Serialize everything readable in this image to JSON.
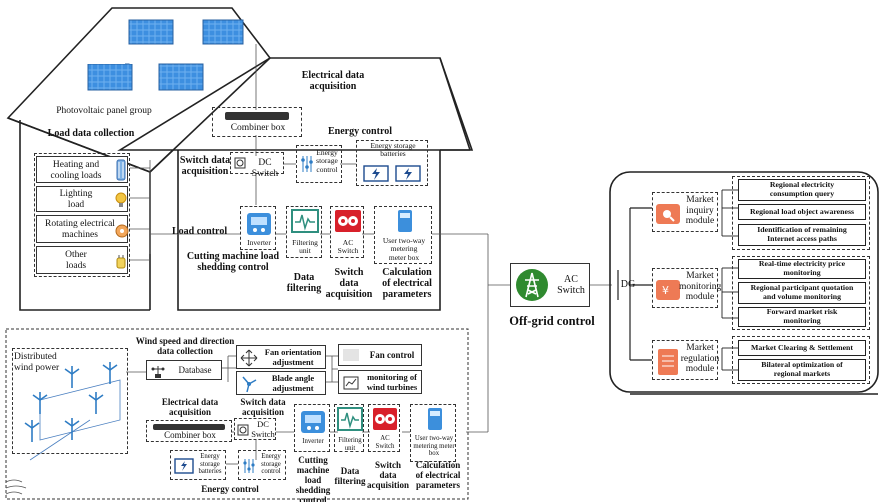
{
  "house": {
    "pv_label": "Photovoltaic panel group",
    "elec_acq": [
      "Electrical data",
      "acquisition"
    ],
    "combiner": "Combiner box",
    "load_collection": "Load data collection",
    "loads": [
      [
        "Heating and",
        "cooling loads"
      ],
      [
        "Lighting",
        "load"
      ],
      [
        "Rotating electrical",
        "machines"
      ],
      [
        "Other",
        "loads"
      ]
    ],
    "switch_acq": [
      "Switch data",
      "acquisition"
    ],
    "dc_switch": "DC Switch",
    "energy_control": "Energy  control",
    "esc": [
      "Energy",
      "storage",
      "control"
    ],
    "esb": [
      "Energy storage",
      "batteries"
    ],
    "load_control": "Load control",
    "inverter": "Inverter",
    "filtering": [
      "Filtering",
      "unit"
    ],
    "ac_switch": [
      "AC",
      "Switch"
    ],
    "meter": [
      "User two-way",
      "metering",
      "meter box"
    ],
    "cutting": [
      "Cutting machine load",
      "shedding control"
    ],
    "data_filtering": [
      "Data",
      "filtering"
    ],
    "switch_acq2": [
      "Switch",
      "data",
      "acquisition"
    ],
    "calc": [
      "Calculation",
      "of electrical",
      "parameters"
    ]
  },
  "center": {
    "ac_switch": [
      "AC",
      "Switch"
    ],
    "offgrid": "Off-grid control",
    "dg": "DG"
  },
  "market": {
    "modules": [
      {
        "name": [
          "Market",
          "inquiry",
          "module"
        ],
        "items": [
          [
            "Regional electricity",
            "consumption query"
          ],
          [
            "Regional load object awareness"
          ],
          [
            "Identification of remaining",
            "Internet access paths"
          ]
        ]
      },
      {
        "name": [
          "Market",
          "monitoring",
          "module"
        ],
        "items": [
          [
            "Real-time electricity price",
            "monitoring"
          ],
          [
            "Regional participant quotation",
            "and volume monitoring"
          ],
          [
            "Forward market risk",
            "monitoring"
          ]
        ]
      },
      {
        "name": [
          "Market",
          "regulation",
          "module"
        ],
        "items": [
          [
            "Market Clearing & Settlement"
          ],
          [
            "Bilateral optimization of",
            "regional markets"
          ]
        ]
      }
    ]
  },
  "wind": {
    "distributed": [
      "Distributed",
      "wind power"
    ],
    "wind_acq": [
      "Wind speed and direction",
      "data collection"
    ],
    "database": "Database",
    "fan_orient": [
      "Fan orientation",
      "adjustment"
    ],
    "blade": [
      "Blade angle",
      "adjustment"
    ],
    "fan_control": "Fan control",
    "monitoring": [
      "monitoring of",
      "wind turbines"
    ],
    "elec_acq": [
      "Electrical data",
      "acquisition"
    ],
    "switch_acq": [
      "Switch data",
      "acquisition"
    ],
    "combiner": "Combiner box",
    "dc_switch": [
      "DC",
      "Switch"
    ],
    "inverter": "Inverter",
    "filtering": [
      "Filtering",
      "unit"
    ],
    "ac_switch": [
      "AC",
      "Switch"
    ],
    "meter": [
      "User two-way",
      "metering meter",
      "box"
    ],
    "esb": [
      "Energy",
      "storage",
      "batteries"
    ],
    "esc": [
      "Energy",
      "storage",
      "control"
    ],
    "energy_control": "Energy   control",
    "cutting": [
      "Cutting",
      "machine load",
      "shedding",
      "control"
    ],
    "data_filtering": [
      "Data",
      "filtering"
    ],
    "switch_acq2": [
      "Switch",
      "data",
      "acquisition"
    ],
    "calc": [
      "Calculation",
      "of electrical",
      "parameters"
    ]
  },
  "colors": {
    "accent_orange": "#ee7a55",
    "accent_red": "#d8202a",
    "accent_teal": "#2f8f7f",
    "accent_blue": "#2e7cc4",
    "pv_blue": "#3d8fe0",
    "green_ac": "#2f8a2f"
  }
}
